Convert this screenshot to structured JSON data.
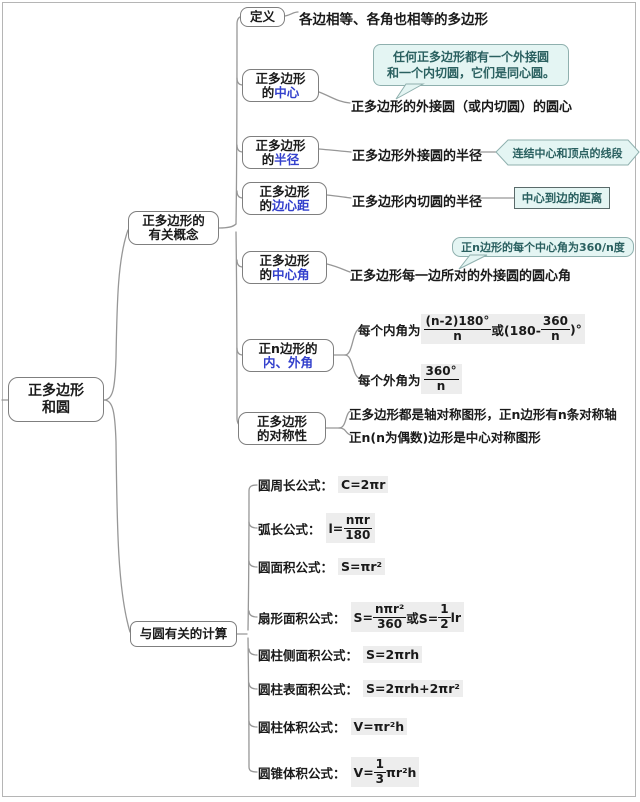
{
  "root": {
    "line1": "正多边形",
    "line2": "和圆"
  },
  "branches": {
    "concepts_line1": "正多边形的",
    "concepts_line2": "有关概念",
    "calculations": "与圆有关的计算"
  },
  "concepts": {
    "definition": {
      "label": "定义",
      "desc": "各边相等、各角也相等的多边形"
    },
    "center": {
      "line1": "正多边形",
      "line2_black": "的",
      "line2_blue": "中心",
      "desc": "正多边形的外接圆（或内切圆）的圆心",
      "callout_line1": "任何正多边形都有一个外接圆",
      "callout_line2": "和一个内切圆，它们是同心圆。"
    },
    "radius": {
      "line1": "正多边形",
      "line2_black": "的",
      "line2_blue": "半径",
      "desc": "正多边形外接圆的半径",
      "note": "连结中心和顶点的线段"
    },
    "apothem": {
      "line1": "正多边形",
      "line2_black": "的",
      "line2_blue": "边心距",
      "desc": "正多边形内切圆的半径",
      "note": "中心到边的距离"
    },
    "central_angle": {
      "line1": "正多边形",
      "line2_black": "的",
      "line2_blue": "中心角",
      "desc": "正多边形每一边所对的外接圆的圆心角",
      "callout": "正n边形的每个中心角为360/n度"
    },
    "angles": {
      "line1": "正n边形的",
      "line2_blue": "内、外角",
      "interior": {
        "prefix": "每个内角为",
        "frac1_num": "(n-2)180°",
        "frac1_den": "n",
        "mid": "或(180-",
        "frac2_num": "360",
        "frac2_den": "n",
        "suffix": ")°"
      },
      "exterior": {
        "prefix": "每个外角为",
        "frac_num": "360°",
        "frac_den": "n"
      }
    },
    "symmetry": {
      "line1": "正多边形",
      "line2": "的对称性",
      "desc1": "正多边形都是轴对称图形，正n边形有n条对称轴",
      "desc2": "正n(n为偶数)边形是中心对称图形"
    }
  },
  "formulas": [
    {
      "label": "圆周长公式：",
      "formula": "C=2πr"
    },
    {
      "label": "弧长公式：",
      "pre": "l=",
      "num": "nπr",
      "den": "180"
    },
    {
      "label": "圆面积公式：",
      "formula": "S=πr²"
    },
    {
      "label": "扇形面积公式：",
      "pre": "S=",
      "num": "nπr²",
      "den": "360",
      "mid": "或S=",
      "num2": "1",
      "den2": "2",
      "post": "lr"
    },
    {
      "label": "圆柱侧面积公式：",
      "formula": "S=2πrh"
    },
    {
      "label": "圆柱表面积公式：",
      "formula": "S=2πrh+2πr²"
    },
    {
      "label": "圆柱体积公式：",
      "formula": "V=πr²h"
    },
    {
      "label": "圆锥体积公式：",
      "pre": "V=",
      "num": "1",
      "den": "3",
      "post": "πr²h"
    }
  ],
  "colors": {
    "highlight_blue": "#3340cc",
    "callout_bg": "#e4f5f3",
    "callout_text": "#2a6060",
    "line": "#979797"
  }
}
